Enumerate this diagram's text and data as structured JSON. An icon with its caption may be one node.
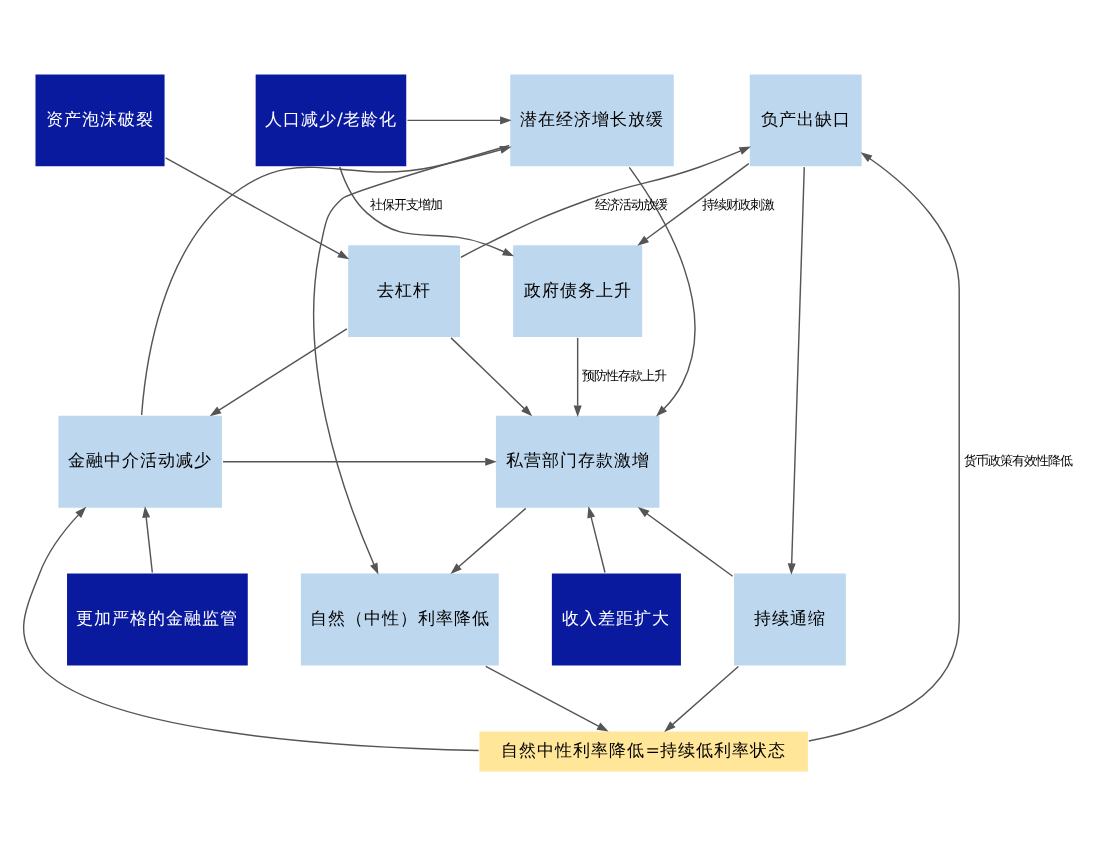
{
  "diagram": {
    "nodes": [
      {
        "text": [
          "人口减少/老龄化"
        ]
      },
      {
        "text": [
          "潜在经济增长放缓"
        ]
      },
      {
        "text": [
          "负产出缺口"
        ]
      },
      {
        "text": [
          "资产泡沫破裂"
        ]
      },
      {
        "text": [
          "政府债务上升"
        ]
      },
      {
        "text": [
          "去杠杆"
        ]
      },
      {
        "text": [
          "金融中介活动减少"
        ]
      },
      {
        "text": [
          "私营部门存款激增"
        ]
      },
      {
        "text": [
          "更加严格的金融监管"
        ]
      },
      {
        "text": [
          "自然（中性）利率降低"
        ]
      },
      {
        "text": [
          "持续通缩"
        ]
      },
      {
        "text": [
          "收入差距扩大"
        ]
      },
      {
        "text": [
          "自然中性利率降低=持续低利率状态"
        ]
      }
    ],
    "edges": [
      {
        "from": 0,
        "to": 1,
        "arrow": "to"
      },
      {
        "from": 0,
        "to": 4,
        "arrow": "to",
        "label": "社保开支增加"
      },
      {
        "from": 1,
        "to": 7,
        "arrow": "to"
      },
      {
        "from": 2,
        "to": 4,
        "arrow": "to",
        "label": "持续财政刺激"
      },
      {
        "from": 4,
        "to": 7,
        "arrow": "to",
        "label": "预防性存款上升"
      },
      {
        "from": 5,
        "to": 2,
        "arrow": "to",
        "label": "经济活动放缓"
      },
      {
        "from": 3,
        "to": 5,
        "arrow": "to"
      },
      {
        "from": 5,
        "to": 7,
        "arrow": "to"
      },
      {
        "from": 5,
        "to": 6,
        "arrow": "to"
      },
      {
        "from": 6,
        "to": 1,
        "arrow": "to"
      },
      {
        "from": 6,
        "to": 7,
        "arrow": "to"
      },
      {
        "from": 1,
        "to": 9,
        "arrow": "to"
      },
      {
        "from": 2,
        "to": 10,
        "arrow": "to"
      },
      {
        "from": 7,
        "to": 9,
        "arrow": "to"
      },
      {
        "from": 10,
        "to": 7,
        "arrow": "to"
      },
      {
        "from": 11,
        "to": 7,
        "arrow": "to"
      },
      {
        "from": 8,
        "to": 6,
        "arrow": "to"
      },
      {
        "from": 9,
        "to": 12,
        "arrow": "to"
      },
      {
        "from": 10,
        "to": 12,
        "arrow": "to"
      },
      {
        "from": 12,
        "to": 6,
        "arrow": "to"
      },
      {
        "from": 12,
        "to": 2,
        "arrow": "to",
        "label": "货币政策有效性降低"
      }
    ]
  }
}
